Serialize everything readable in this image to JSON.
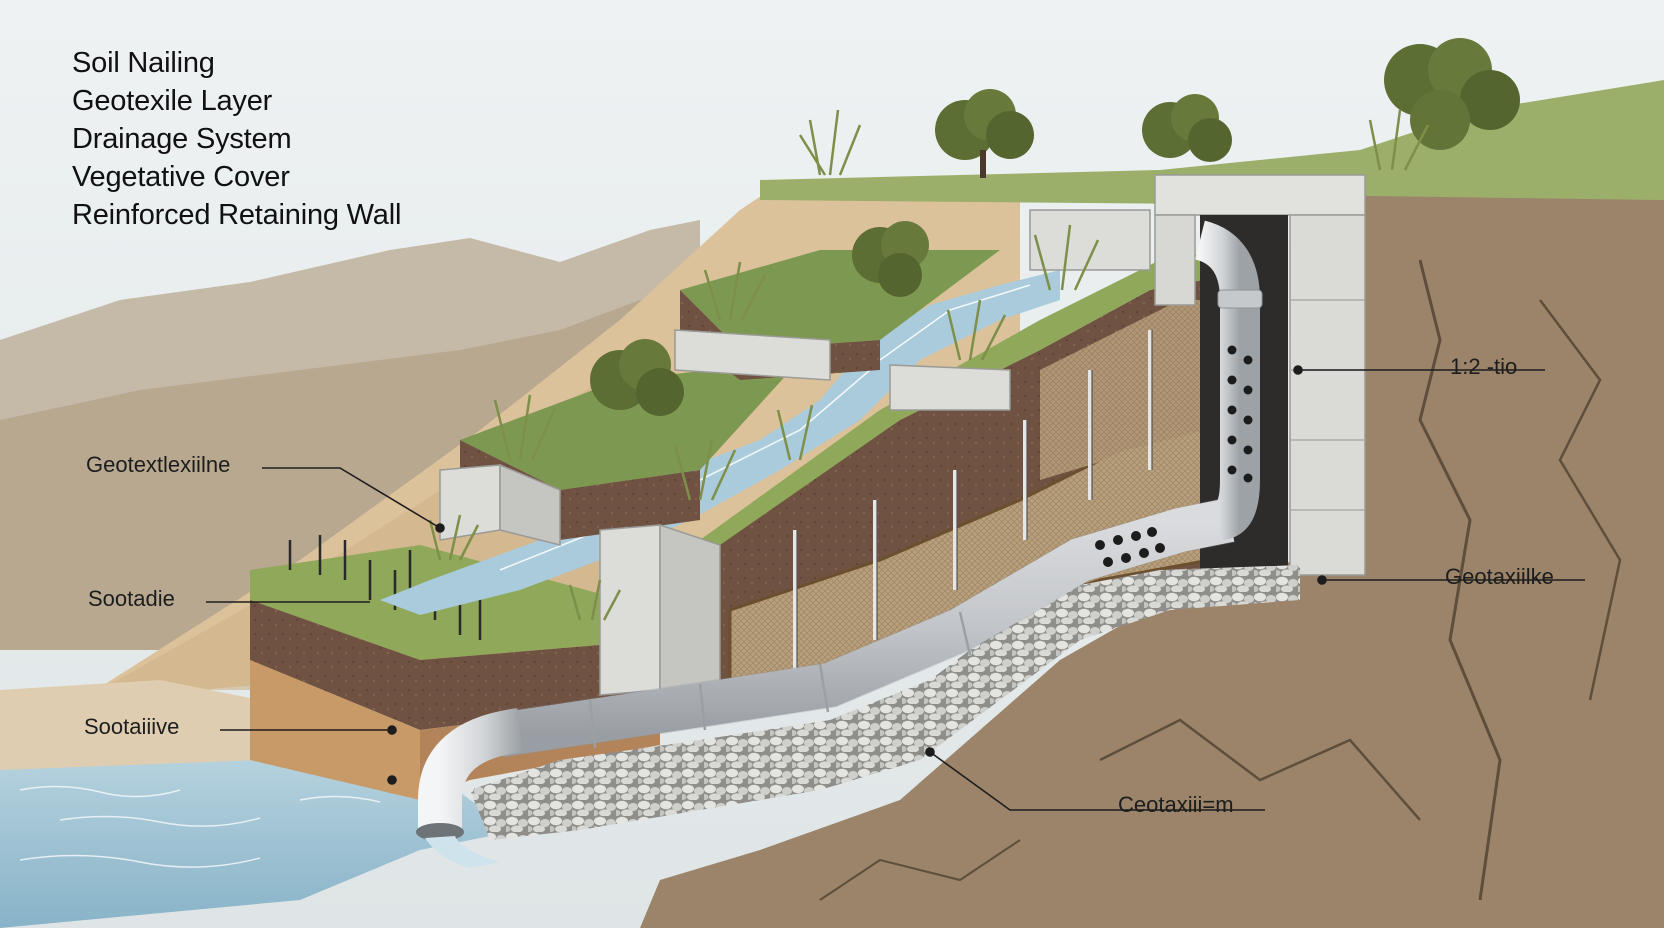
{
  "legend": {
    "items": [
      {
        "label": "Soil Nailing"
      },
      {
        "label": "Geotexile Layer"
      },
      {
        "label": "Drainage System"
      },
      {
        "label": "Vegetative Cover"
      },
      {
        "label": "Reinforced Retaining Wall"
      }
    ]
  },
  "callouts": {
    "geotextile_line": "Geotextlexiilne",
    "sootadie": "Sootadie",
    "sootaiive": "Sootaiiive",
    "ratio": "1:2 -tio",
    "geotaxiilke": "Geotaxiilke",
    "ceotaxii": "Ceotaxiii=m"
  },
  "colors": {
    "sky": "#e9eef0",
    "distant_hills": "#b9ab96",
    "slope_sand": "#dcc29b",
    "grass": "#8fa85a",
    "topsoil": "#6e5040",
    "concrete": "#dcdcd8",
    "pipe": "#d7d9db",
    "water": "#9fc3d6",
    "geotextile": "#b79e7c",
    "gravel": "#c9c9c6",
    "bedrock": "#9b8469",
    "shrub": "#5c6e34"
  }
}
